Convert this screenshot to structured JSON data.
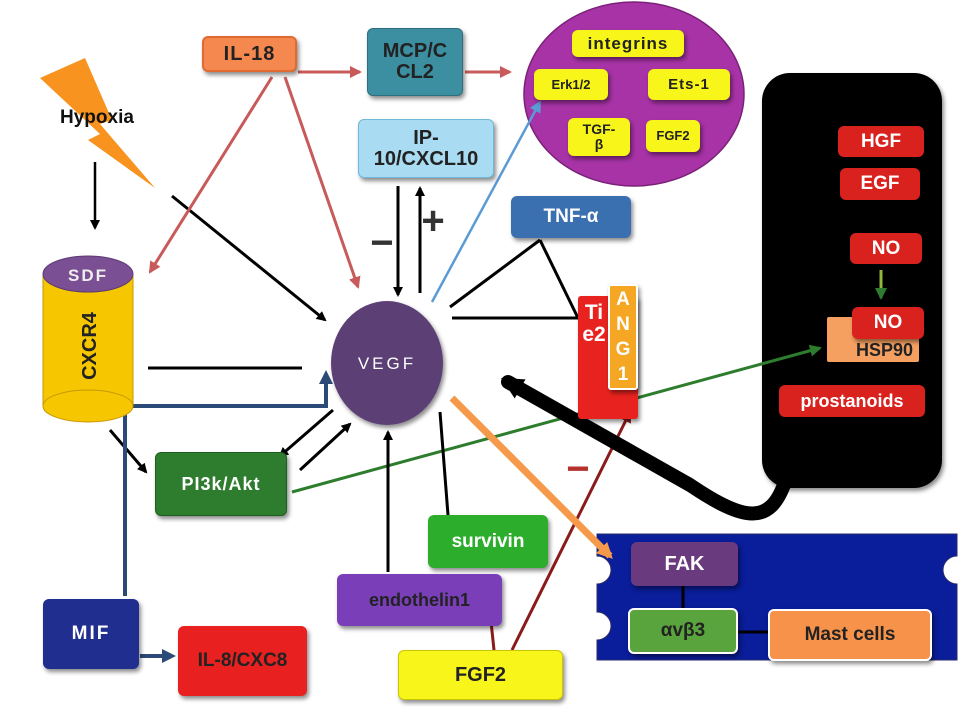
{
  "nodes": {
    "hypoxia": "Hypoxia",
    "il18": "IL-18",
    "mcp": "MCP/C\nCL2",
    "ip10": "IP-\n10/CXCL10",
    "integrins": "integrins",
    "erk": "Erk1/2",
    "ets": "Ets-1",
    "tgfb": "TGF-\nβ",
    "fgf2_small": "FGF2",
    "tnfa": "TNF-α",
    "sdf": "SDF",
    "cxcr4": "CXCR4",
    "vegf": "VEGF",
    "tie2": "Tie2",
    "ang1": "ANG1",
    "hgf": "HGF",
    "egf": "EGF",
    "no1": "NO",
    "no2": "NO",
    "hsp90": "HSP90",
    "prostanoids": "prostanoids",
    "pi3k": "PI3k/Akt",
    "survivin": "survivin",
    "endothelin": "endothelin1",
    "fgf2": "FGF2",
    "mif": "MIF",
    "il8": "IL-8/CXC8",
    "fak": "FAK",
    "avb3": "αvβ3",
    "mast": "Mast cells"
  },
  "signs": {
    "plus": "+",
    "minus_ip10": "−",
    "minus_fgf2": "−"
  },
  "colors": {
    "il18": "#f4884f",
    "mcp": "#3c8ea1",
    "ip10": "#a9dcf2",
    "purple_circle": "#a733a6",
    "yellow_box": "#f7f51a",
    "tnfa": "#3a6fb0",
    "sdf": "#7a4f93",
    "cxcr4": "#f6c600",
    "vegf": "#5b4074",
    "tie2": "#e8231f",
    "ang1": "#f5a623",
    "red_box": "#d9211e",
    "black_panel": "#000000",
    "blue_panel": "#0a1d9a",
    "pi3k": "#2e7d2e",
    "survivin": "#2cae2c",
    "endothelin": "#7a3fb8",
    "mif": "#1f2e8f",
    "il8": "#e82020",
    "fak": "#6a3a7e",
    "avb3": "#5aa43d",
    "mast": "#f6924a"
  }
}
